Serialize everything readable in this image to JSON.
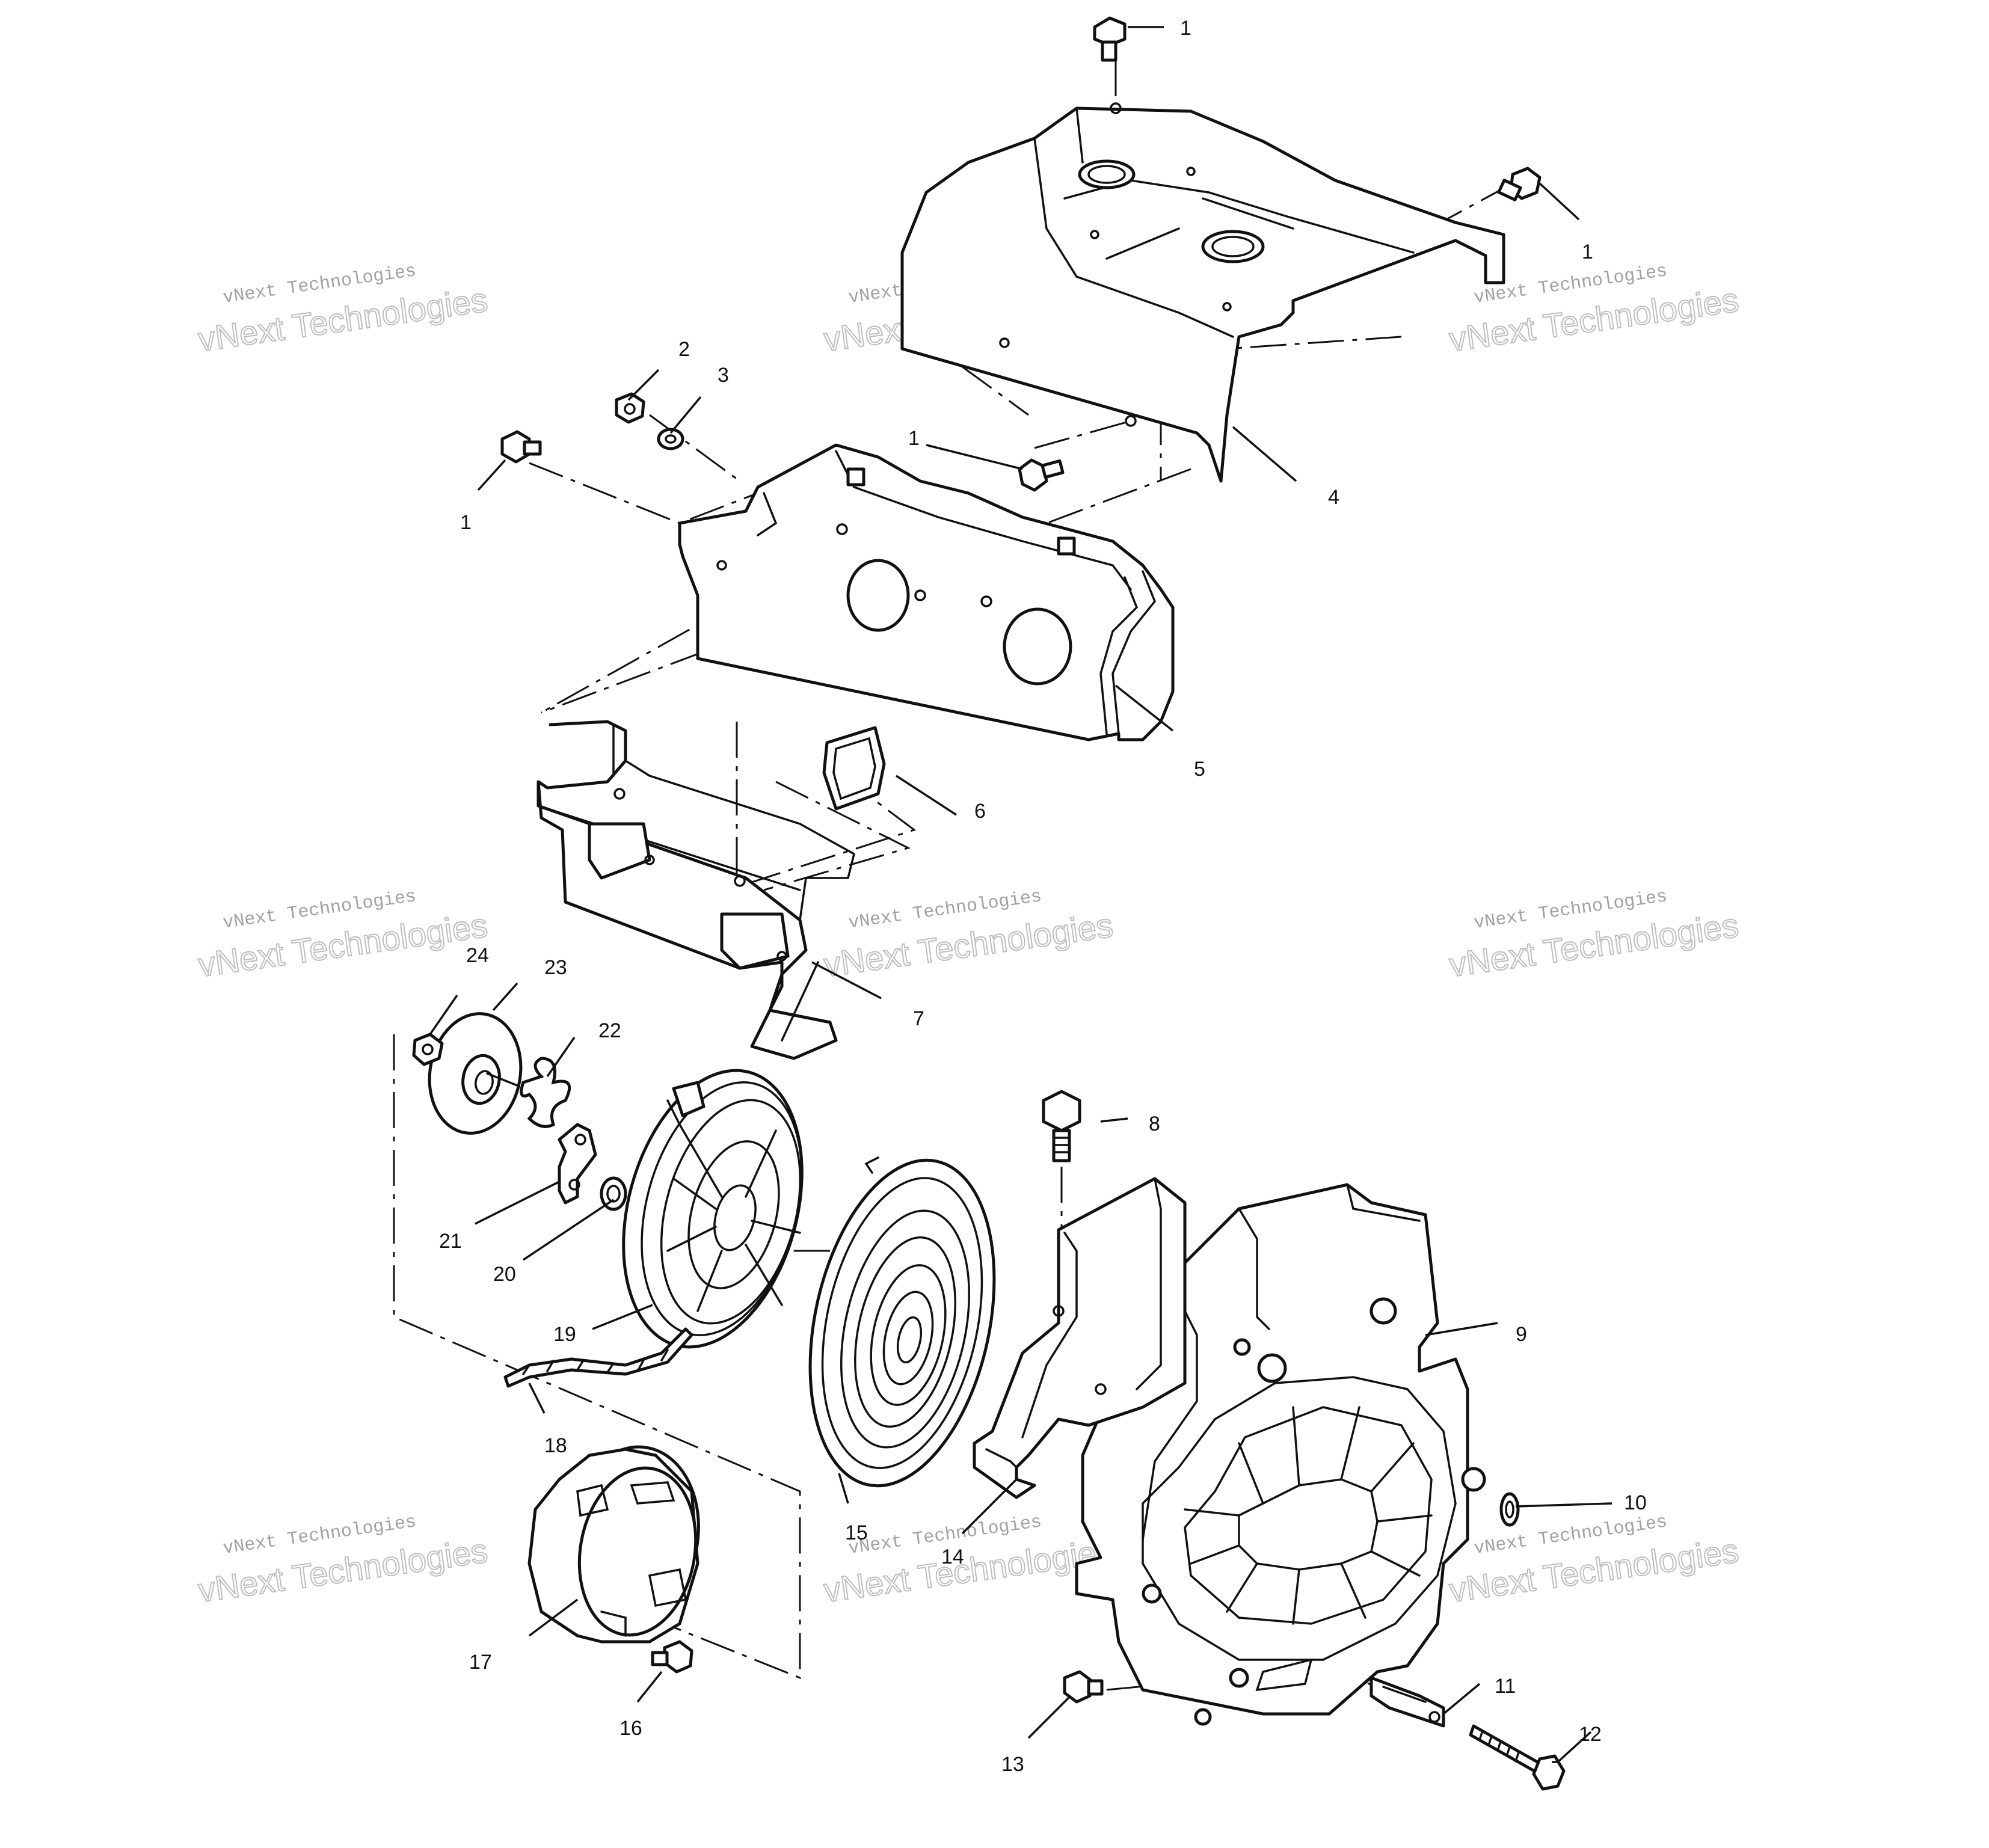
{
  "watermark": {
    "small_text": "vNext Technologies",
    "large_text": "vNext Technologies",
    "color": "#9a9a9a"
  },
  "callouts": [
    {
      "id": "c1a",
      "label": "1"
    },
    {
      "id": "c1b",
      "label": "1"
    },
    {
      "id": "c1c",
      "label": "1"
    },
    {
      "id": "c1d",
      "label": "1"
    },
    {
      "id": "c2",
      "label": "2"
    },
    {
      "id": "c3",
      "label": "3"
    },
    {
      "id": "c4",
      "label": "4"
    },
    {
      "id": "c5",
      "label": "5"
    },
    {
      "id": "c6",
      "label": "6"
    },
    {
      "id": "c7",
      "label": "7"
    },
    {
      "id": "c8",
      "label": "8"
    },
    {
      "id": "c9",
      "label": "9"
    },
    {
      "id": "c10",
      "label": "10"
    },
    {
      "id": "c11",
      "label": "11"
    },
    {
      "id": "c12",
      "label": "12"
    },
    {
      "id": "c13",
      "label": "13"
    },
    {
      "id": "c14",
      "label": "14"
    },
    {
      "id": "c15",
      "label": "15"
    },
    {
      "id": "c16",
      "label": "16"
    },
    {
      "id": "c17",
      "label": "17"
    },
    {
      "id": "c18",
      "label": "18"
    },
    {
      "id": "c19",
      "label": "19"
    },
    {
      "id": "c20",
      "label": "20"
    },
    {
      "id": "c21",
      "label": "21"
    },
    {
      "id": "c22",
      "label": "22"
    },
    {
      "id": "c23",
      "label": "23"
    },
    {
      "id": "c24",
      "label": "24"
    }
  ]
}
